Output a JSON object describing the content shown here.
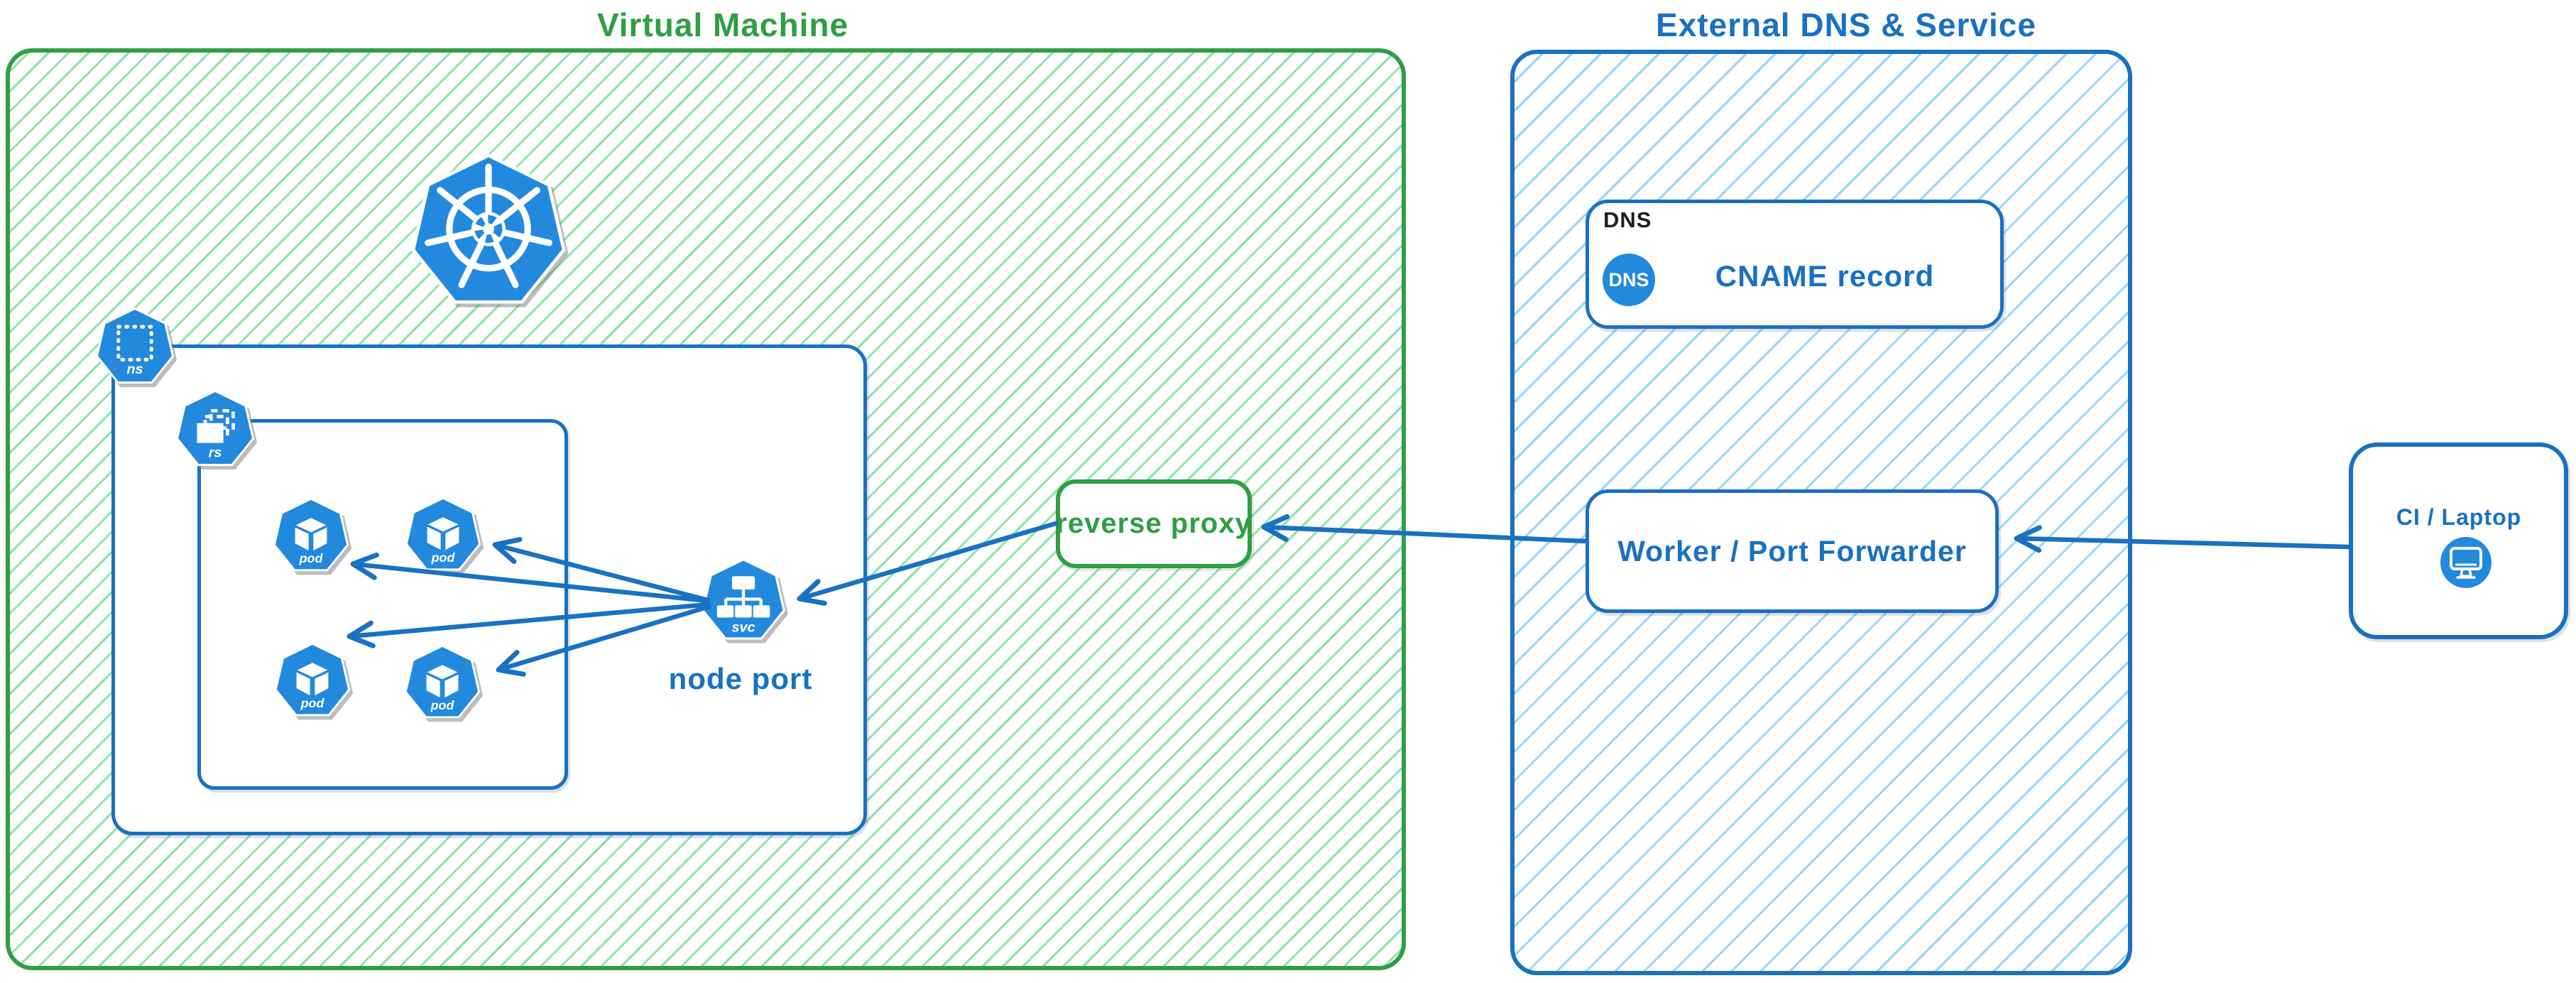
{
  "colors": {
    "green_stroke": "#2f9e44",
    "green_hatch": "#8fe3a6",
    "blue_stroke": "#1971c2",
    "blue_hatch": "#9dd2f7",
    "icon_blue": "#2389dd",
    "black_text": "#1e1e1e"
  },
  "vm": {
    "title": "Virtual Machine",
    "kubernetes_logo": "kubernetes",
    "namespace_icon_label": "ns",
    "replicaset_icon_label": "rs",
    "pod_labels": [
      "pod",
      "pod",
      "pod",
      "pod"
    ],
    "service_icon_label": "svc",
    "service_caption": "node port",
    "reverse_proxy_label": "reverse proxy"
  },
  "external": {
    "title": "External DNS & Service",
    "dns_tag": "DNS",
    "dns_badge": "DNS",
    "cname_label": "CNAME record",
    "worker_label": "Worker / Port Forwarder"
  },
  "client": {
    "label": "CI / Laptop"
  }
}
